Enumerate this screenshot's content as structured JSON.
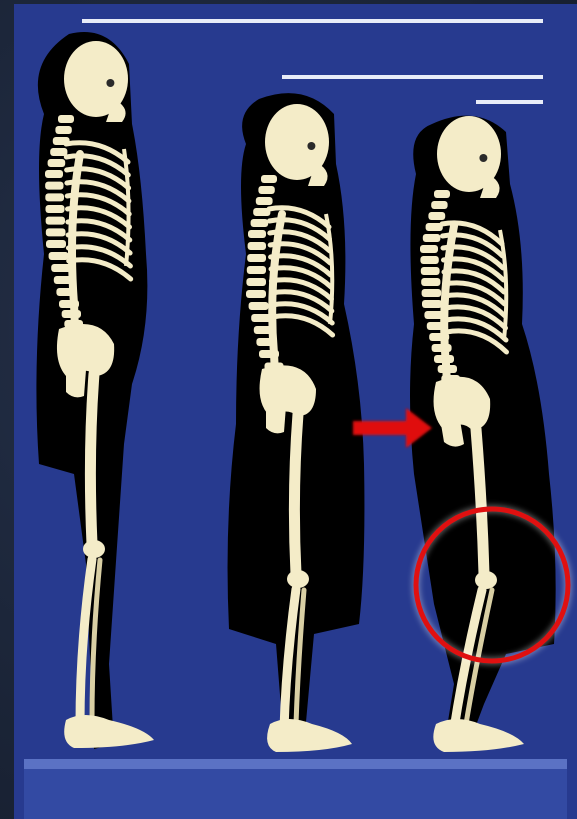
{
  "figure": {
    "subject": "skeleton-posture-comparison",
    "skeletons": [
      {
        "id": "skeleton-1"
      },
      {
        "id": "skeleton-2"
      },
      {
        "id": "skeleton-3"
      }
    ],
    "highlight": {
      "shape": "circle",
      "color": "#e01010",
      "target": "skeleton-3-knee"
    },
    "arrow": {
      "color": "#e01010",
      "direction": "right",
      "target": "skeleton-3-pelvis"
    }
  },
  "colors": {
    "background": "#273a8f",
    "bone": "#f4ecc8",
    "bone_shade": "#d9cfa4",
    "silhouette": "#000000",
    "height_line": "#e8ecf8",
    "accent": "#e01010",
    "floor": "#3c56b0"
  }
}
